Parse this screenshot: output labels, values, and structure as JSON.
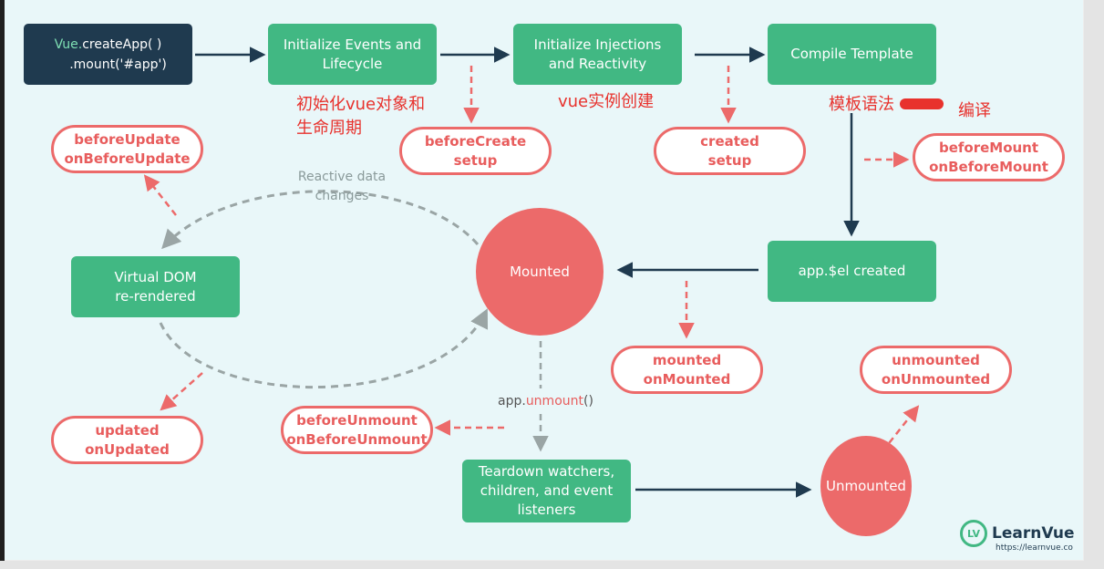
{
  "create_app": {
    "line1_prefix": "Vue.",
    "line1_method": "createApp( )",
    "line2": ".mount('#app')"
  },
  "nodes": {
    "init_events": "Initialize Events and Lifecycle",
    "init_injections": "Initialize Injections and Reactivity",
    "compile_template": "Compile Template",
    "app_el_created": "app.$el created",
    "virtual_dom": "Virtual DOM re-rendered",
    "teardown": "Teardown watchers, children, and event listeners"
  },
  "states": {
    "mounted": "Mounted",
    "unmounted": "Unmounted"
  },
  "hooks": {
    "before_create": {
      "line1": "beforeCreate",
      "line2": "setup"
    },
    "created": {
      "line1": "created",
      "line2": "setup"
    },
    "before_mount": {
      "line1": "beforeMount",
      "line2": "onBeforeMount"
    },
    "mounted": {
      "line1": "mounted",
      "line2": "onMounted"
    },
    "before_update": {
      "line1": "beforeUpdate",
      "line2": "onBeforeUpdate"
    },
    "updated": {
      "line1": "updated",
      "line2": "onUpdated"
    },
    "before_unmount": {
      "line1": "beforeUnmount",
      "line2": "onBeforeUnmount"
    },
    "unmounted": {
      "line1": "unmounted",
      "line2": "onUnmounted"
    }
  },
  "labels": {
    "reactive_line1": "Reactive data",
    "reactive_line2": "changes",
    "unmount_prefix": "app.",
    "unmount_method": "unmount",
    "unmount_suffix": "()"
  },
  "annotations": {
    "init_object_line1": "初始化vue对象和",
    "init_object_line2": "生命周期",
    "instance_created": "vue实例创建",
    "template_syntax": "模板语法",
    "compile": "编译"
  },
  "logo": {
    "mark": "LV",
    "name": "LearnVue",
    "url": "https://learnvue.co"
  },
  "colors": {
    "green": "#41b883",
    "navy": "#1f3a4f",
    "red": "#ec6a6a",
    "annotation_red": "#e8322d",
    "background": "#e9f7f9"
  }
}
